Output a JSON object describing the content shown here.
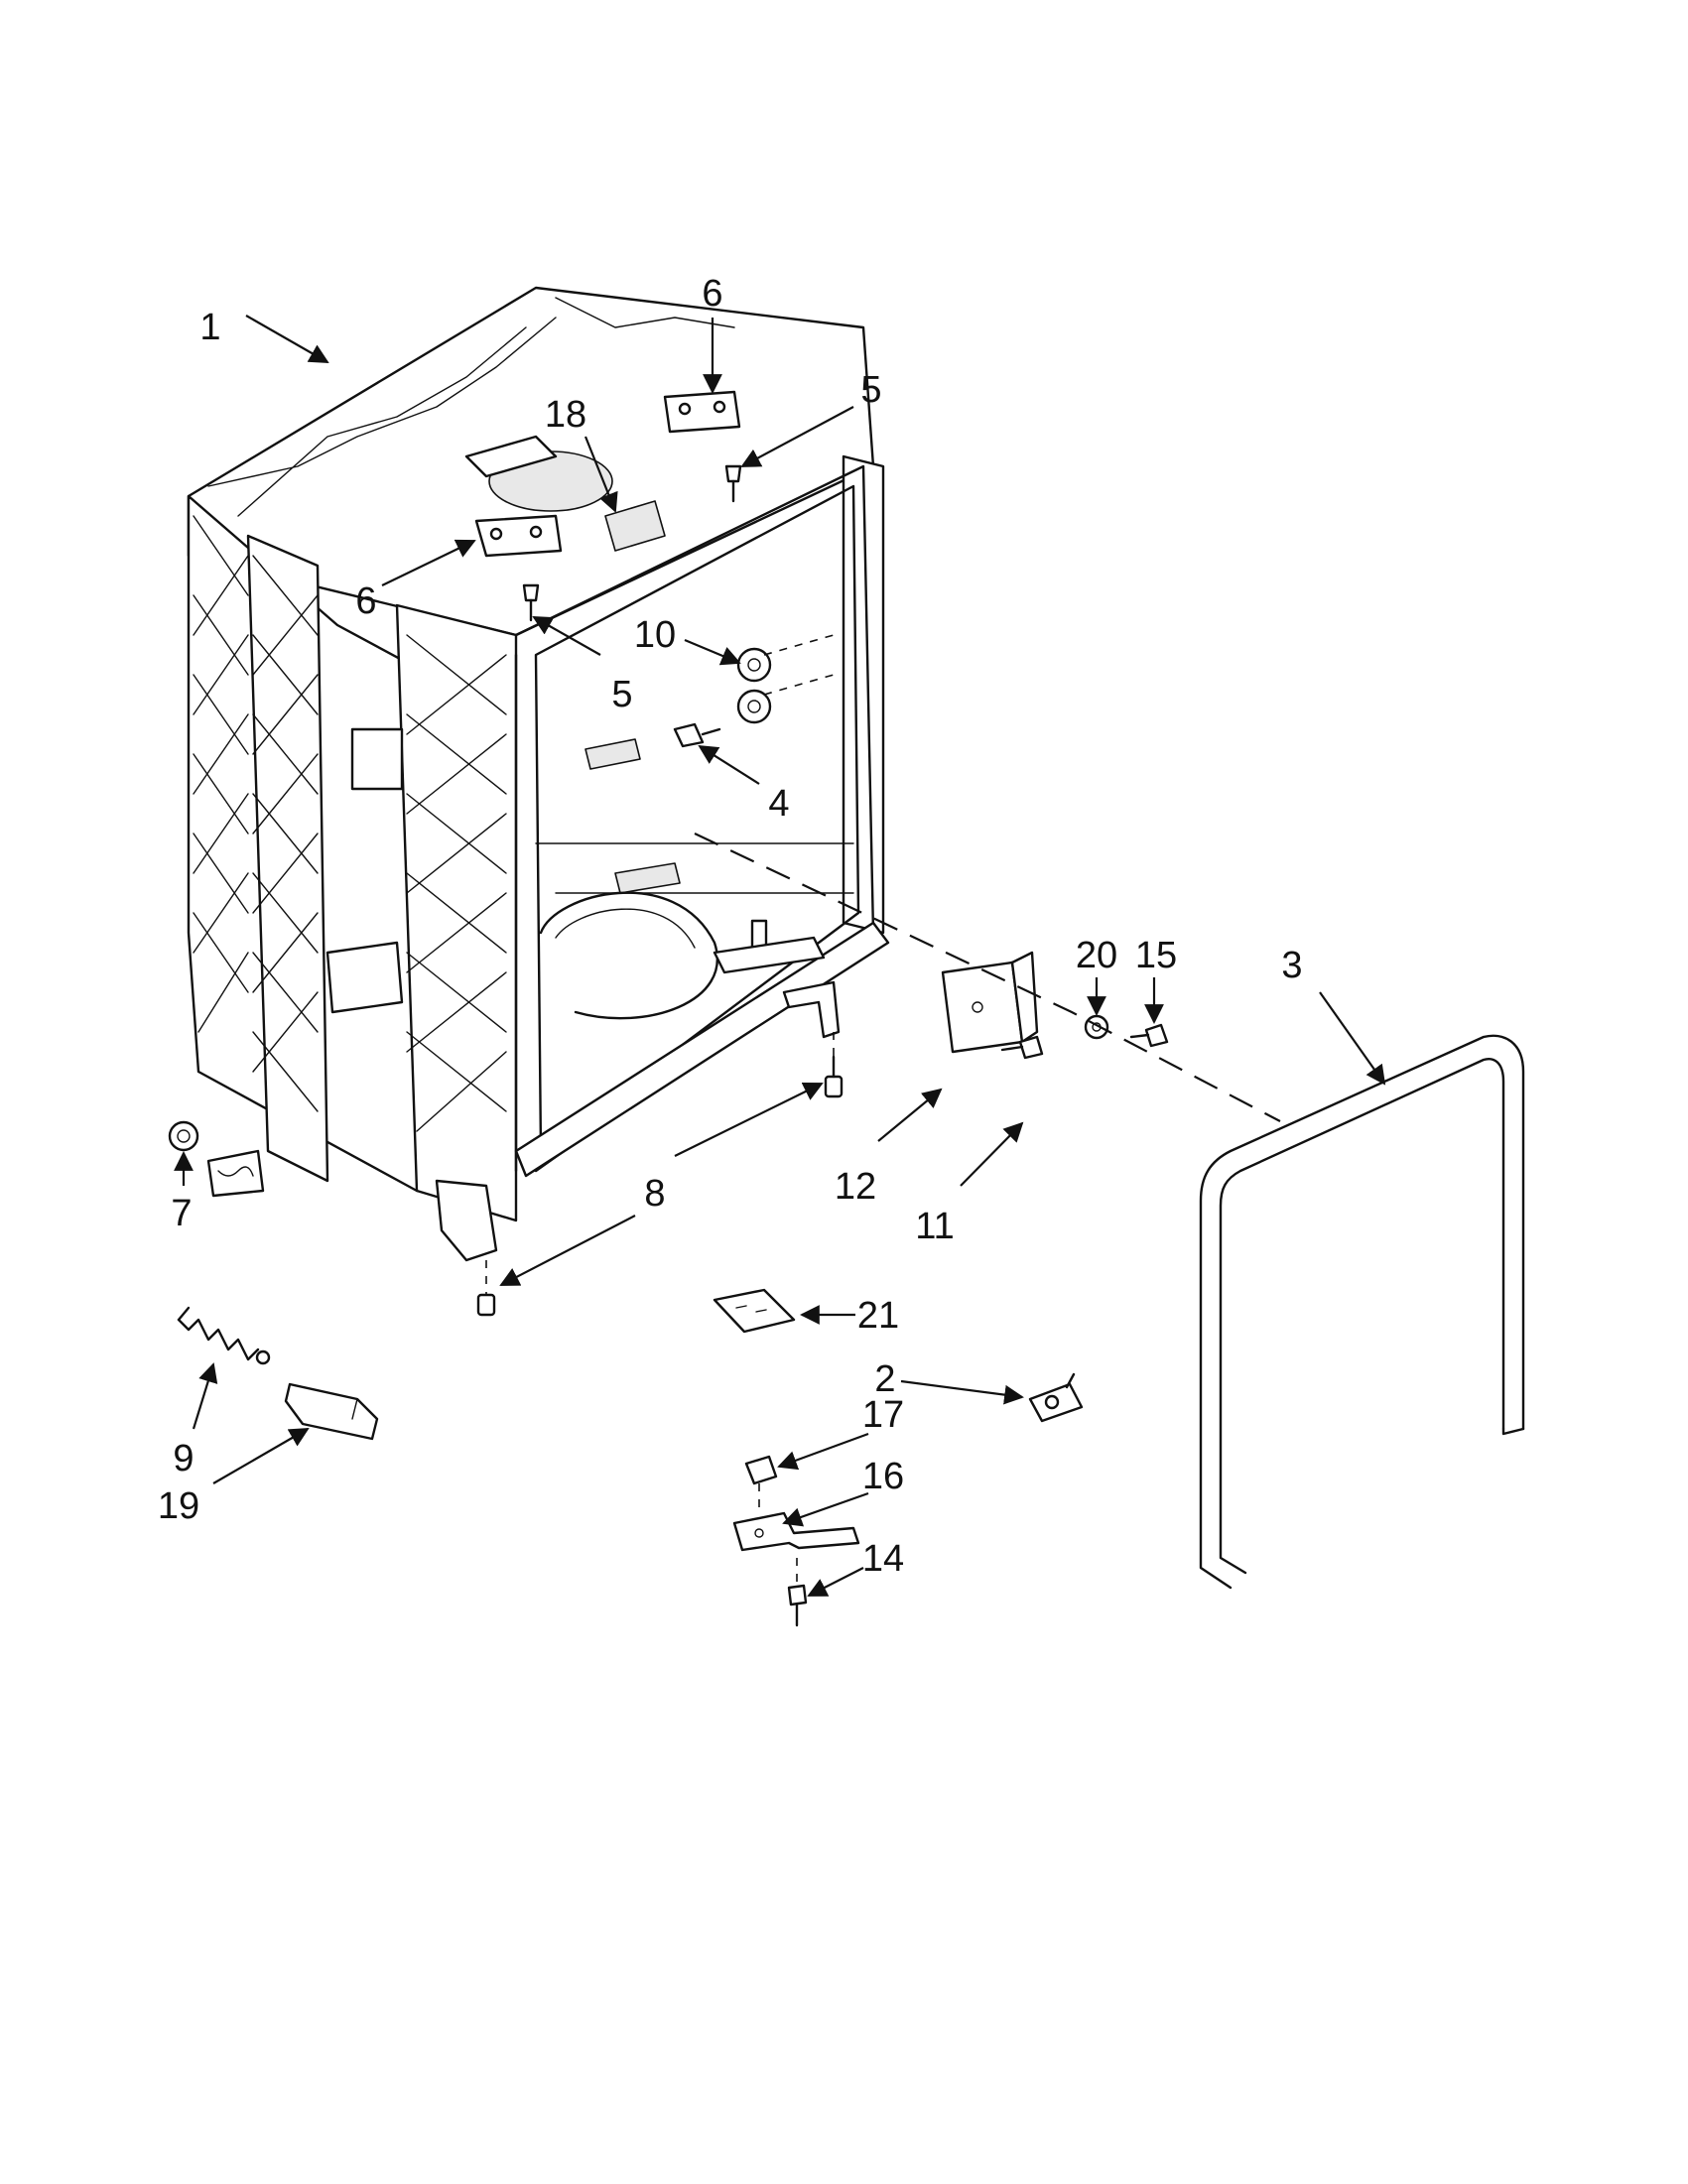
{
  "callouts": {
    "c1": "1",
    "c2": "2",
    "c3": "3",
    "c4": "4",
    "c5a": "5",
    "c5b": "5",
    "c6a": "6",
    "c6b": "6",
    "c7": "7",
    "c8": "8",
    "c9": "9",
    "c10": "10",
    "c11": "11",
    "c12": "12",
    "c14": "14",
    "c15": "15",
    "c16": "16",
    "c17": "17",
    "c18": "18",
    "c19": "19",
    "c20": "20",
    "c21": "21"
  }
}
